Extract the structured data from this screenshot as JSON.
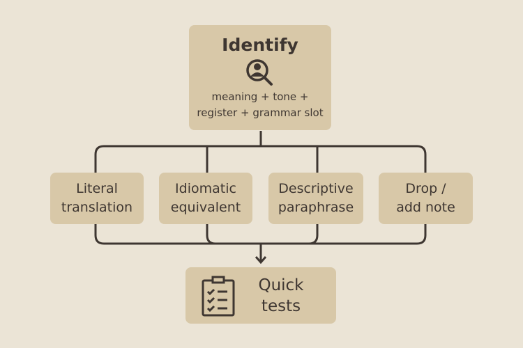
{
  "identify": {
    "title": "Identify",
    "icon": "user-search-icon",
    "line1": "meaning + tone +",
    "line2": "register + grammar slot"
  },
  "options": [
    {
      "line1": "Literal",
      "line2": "translation"
    },
    {
      "line1": "Idiomatic",
      "line2": "equivalent"
    },
    {
      "line1": "Descriptive",
      "line2": "paraphrase"
    },
    {
      "line1": "Drop /",
      "line2": "add note"
    }
  ],
  "tests": {
    "icon": "clipboard-checklist-icon",
    "line1": "Quick",
    "line2": "tests"
  },
  "colors": {
    "background": "#ebe4d6",
    "box": "#d8c8a8",
    "ink": "#3e3631"
  }
}
